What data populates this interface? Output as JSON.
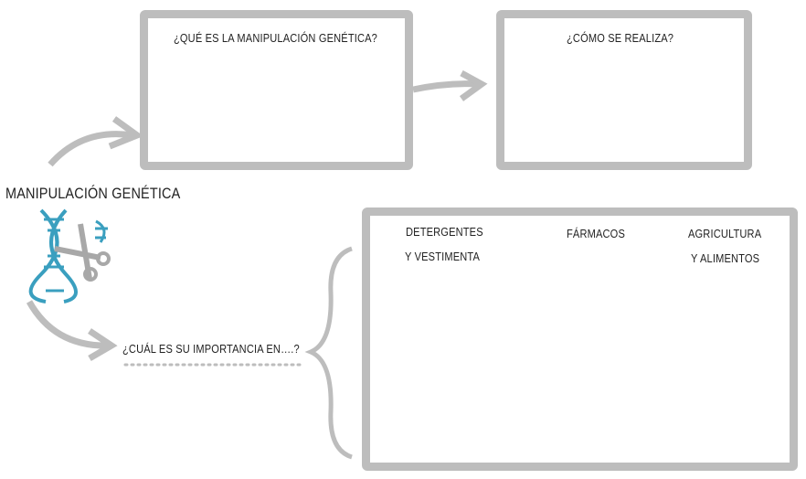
{
  "center": {
    "title": "MANIPULACIÓN GENÉTICA",
    "icon": "dna-scissors-icon"
  },
  "box1": {
    "title": "¿QUÉ ES LA MANIPULACIÓN GENÉTICA?"
  },
  "box2": {
    "title": "¿CÓMO SE REALIZA?"
  },
  "question": {
    "text": "¿CUÁL ES SU IMPORTANCIA EN….?"
  },
  "box3": {
    "columns": [
      {
        "line1": "DETERGENTES",
        "line2": "Y VESTIMENTA"
      },
      {
        "line1": "FÁRMACOS"
      },
      {
        "line1": "AGRICULTURA",
        "line2": "Y ALIMENTOS"
      }
    ]
  },
  "colors": {
    "border": "#bdbdbd",
    "dna": "#3a9fbf",
    "scissors": "#a8a8a8"
  }
}
